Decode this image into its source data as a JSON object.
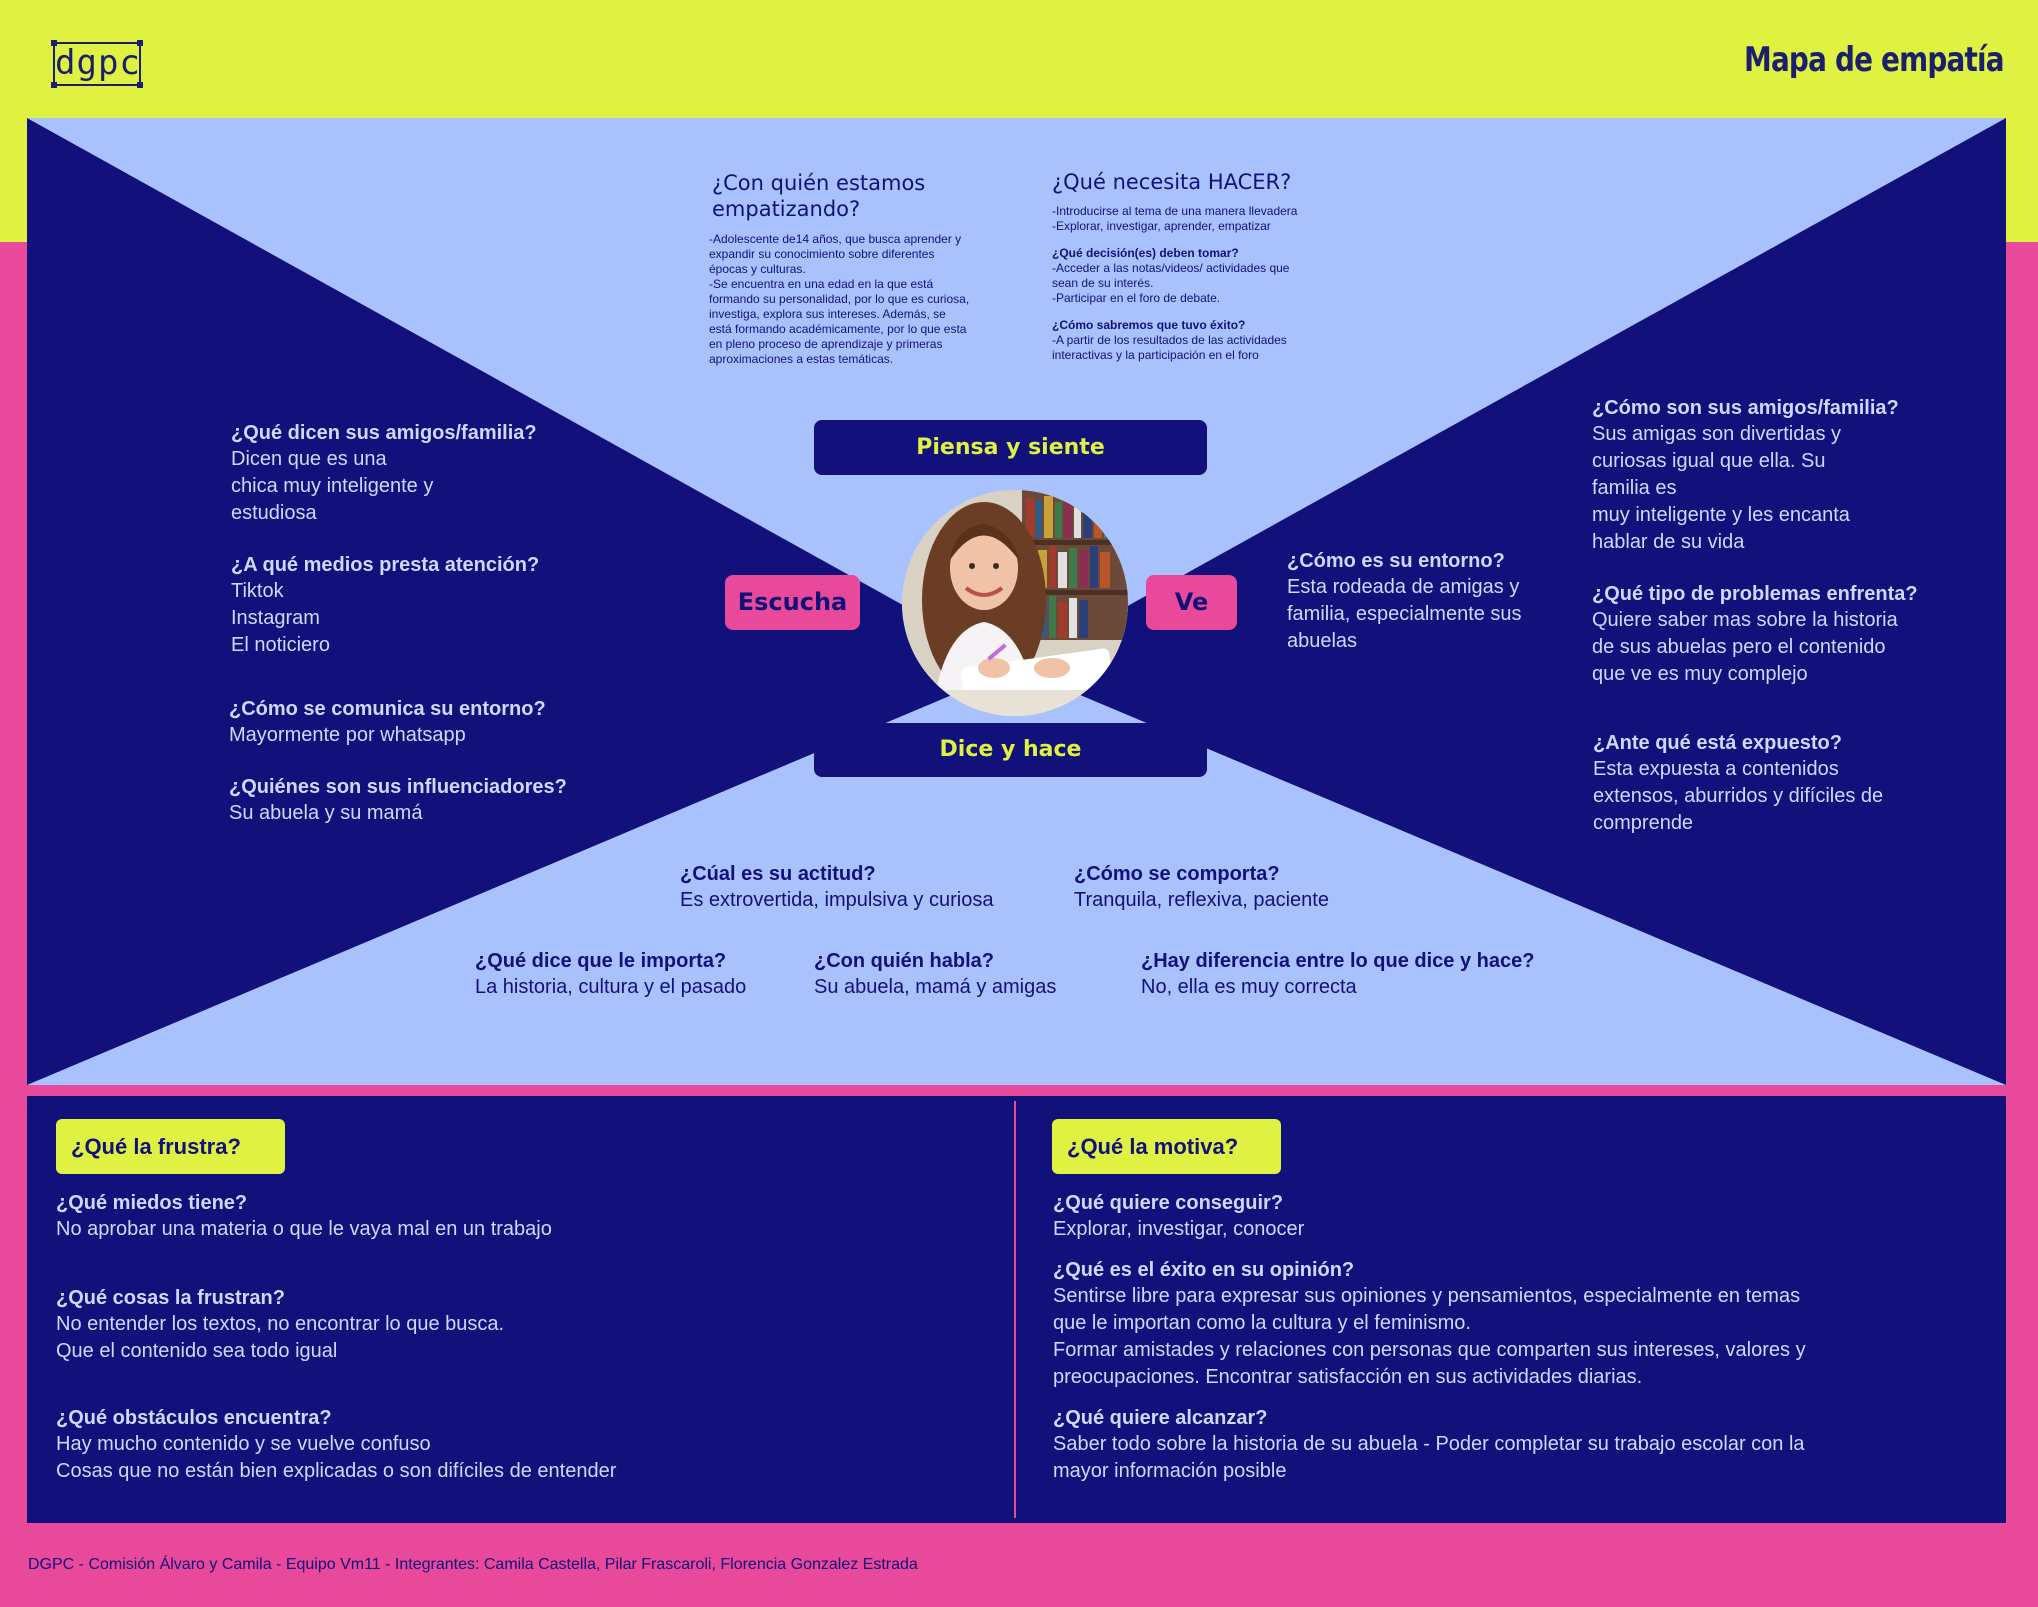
{
  "header": {
    "logo_text": "dgpc",
    "title": "Mapa de empatía"
  },
  "colors": {
    "navy": "#12107a",
    "light_blue": "#a9c1fd",
    "lime": "#e0f241",
    "pink": "#e8499a"
  },
  "labels": {
    "piensa": "Piensa y siente",
    "dice": "Dice y hace",
    "escucha": "Escucha",
    "ve": "Ve"
  },
  "avatar": {
    "icon": "teen-girl-photo"
  },
  "empathize": {
    "title": "¿Con quién estamos empatizando?",
    "text": "-Adolescente de14 años, que busca aprender y\nexpandir su conocimiento sobre  diferentes\népocas y culturas.\n-Se encuentra en una edad en la que está\nformando su personalidad, por lo que es curiosa,\ninvestiga, explora sus intereses. Además, se\nestá formando académicamente, por lo que esta\nen pleno proceso de aprendizaje y primeras\naproximaciones a estas temáticas."
  },
  "needs": {
    "title": "¿Qué necesita HACER?",
    "text1": "-Introducirse al tema de una manera llevadera\n-Explorar, investigar, aprender, empatizar",
    "q2": "¿Qué decisión(es) deben tomar?",
    "text2": "-Acceder a  las notas/videos/ actividades que\nsean de su interés.\n-Participar en el foro de debate.",
    "q3": "¿Cómo sabremos que tuvo éxito?",
    "text3": "-A partir de los resultados de las actividades\ninteractivas y la participación en el foro"
  },
  "escucha": [
    {
      "q": "¿Qué dicen sus amigos/familia?",
      "a": "Dicen que es una\nchica muy  inteligente y\nestudiosa"
    },
    {
      "q": "¿A qué medios presta atención?",
      "a": "Tiktok\nInstagram\nEl noticiero"
    },
    {
      "q": "¿Cómo se comunica su entorno?",
      "a": "Mayormente por whatsapp"
    },
    {
      "q": "¿Quiénes son sus influenciadores?",
      "a": "Su abuela y su mamá"
    }
  ],
  "ve_entorno": {
    "q": "¿Cómo es su entorno?",
    "a": "Esta rodeada de amigas y\nfamilia, especialmente sus\nabuelas"
  },
  "ve": [
    {
      "q": "¿Cómo son sus amigos/familia?",
      "a": "Sus amigas son divertidas y\ncuriosas igual que ella. Su\nfamilia es\nmuy inteligente y les encanta\nhablar de su vida"
    },
    {
      "q": "¿Qué tipo de problemas enfrenta?",
      "a": "Quiere saber mas sobre la historia\nde sus abuelas pero el contenido\nque ve es muy complejo"
    },
    {
      "q": "¿Ante qué está expuesto?",
      "a": "Esta expuesta a contenidos\nextensos, aburridos y difíciles de\ncomprende"
    }
  ],
  "dice": [
    {
      "q": "¿Cúal es su actitud?",
      "a": "Es extrovertida, impulsiva y curiosa"
    },
    {
      "q": "¿Cómo se comporta?",
      "a": "Tranquila, reflexiva, paciente"
    },
    {
      "q": "¿Qué dice que le importa?",
      "a": "La historia, cultura y el pasado"
    },
    {
      "q": "¿Con quién habla?",
      "a": "Su abuela, mamá y amigas"
    },
    {
      "q": "¿Hay diferencia entre lo que dice y hace?",
      "a": "No, ella es muy correcta"
    }
  ],
  "frustra": {
    "tag": "¿Qué la frustra?",
    "items": [
      {
        "q": "¿Qué miedos tiene?",
        "a": "No aprobar una materia o que le vaya mal en un trabajo"
      },
      {
        "q": "¿Qué cosas la frustran?",
        "a": "No entender los textos, no encontrar lo que busca.\nQue el contenido sea todo igual"
      },
      {
        "q": "¿Qué obstáculos encuentra?",
        "a": "Hay mucho contenido y se vuelve confuso\nCosas que no están bien explicadas o son difíciles de entender"
      }
    ]
  },
  "motiva": {
    "tag": "¿Qué la motiva?",
    "items": [
      {
        "q": "¿Qué quiere conseguir?",
        "a": "Explorar, investigar, conocer"
      },
      {
        "q": "¿Qué es el éxito en su opinión?",
        "a": "Sentirse libre para expresar sus opiniones y pensamientos, especialmente en temas\nque le importan como la cultura y el feminismo.\nFormar amistades y relaciones con personas que comparten sus intereses, valores y\npreocupaciones. Encontrar satisfacción en sus actividades diarias."
      },
      {
        "q": "¿Qué quiere alcanzar?",
        "a": "Saber todo sobre la historia de su abuela - Poder completar su trabajo escolar con la\nmayor información posible"
      }
    ]
  },
  "footer": "DGPC - Comisión Álvaro y Camila - Equipo Vm11 - Integrantes: Camila Castella, Pilar Frascaroli, Florencia Gonzalez Estrada"
}
